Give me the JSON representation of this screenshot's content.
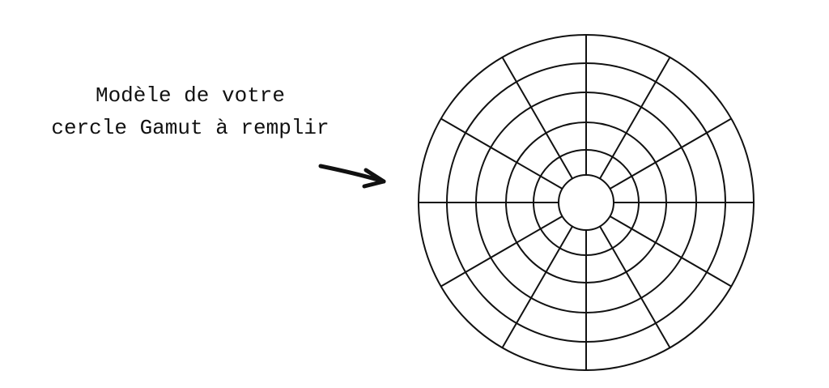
{
  "caption": {
    "line1": "Modèle de votre",
    "line2": "cercle Gamut à remplir"
  },
  "wheel": {
    "rings": 6,
    "sectors": 12,
    "stroke_color": "#111111"
  }
}
